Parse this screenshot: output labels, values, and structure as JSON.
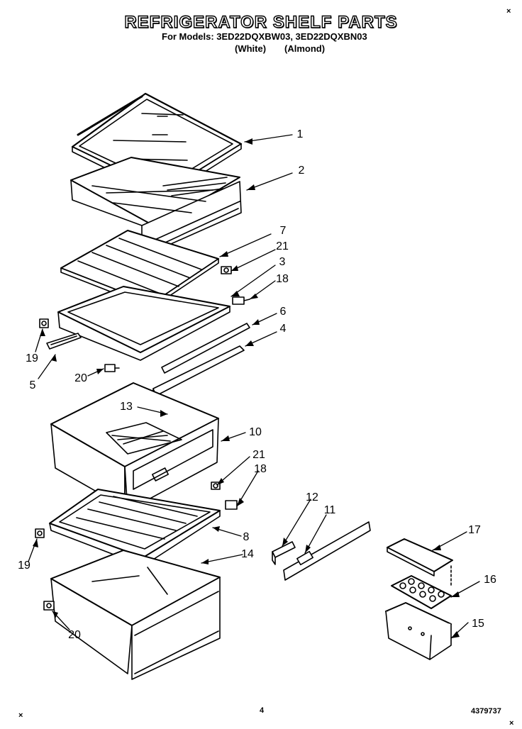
{
  "header": {
    "title": "REFRIGERATOR SHELF PARTS",
    "models_line": "For Models: 3ED22DQXBW03, 3ED22DQXBN03",
    "color_white": "(White)",
    "color_almond": "(Almond)"
  },
  "callouts": [
    "1",
    "2",
    "7",
    "21",
    "3",
    "18",
    "6",
    "4",
    "19",
    "5",
    "20",
    "13",
    "10",
    "21",
    "18",
    "12",
    "11",
    "17",
    "8",
    "14",
    "19",
    "16",
    "15",
    "20"
  ],
  "footer": {
    "page_number": "4",
    "part_number": "4379737",
    "mark_top_right": "×",
    "mark_bottom_left": "×",
    "mark_bottom_right": "×"
  }
}
